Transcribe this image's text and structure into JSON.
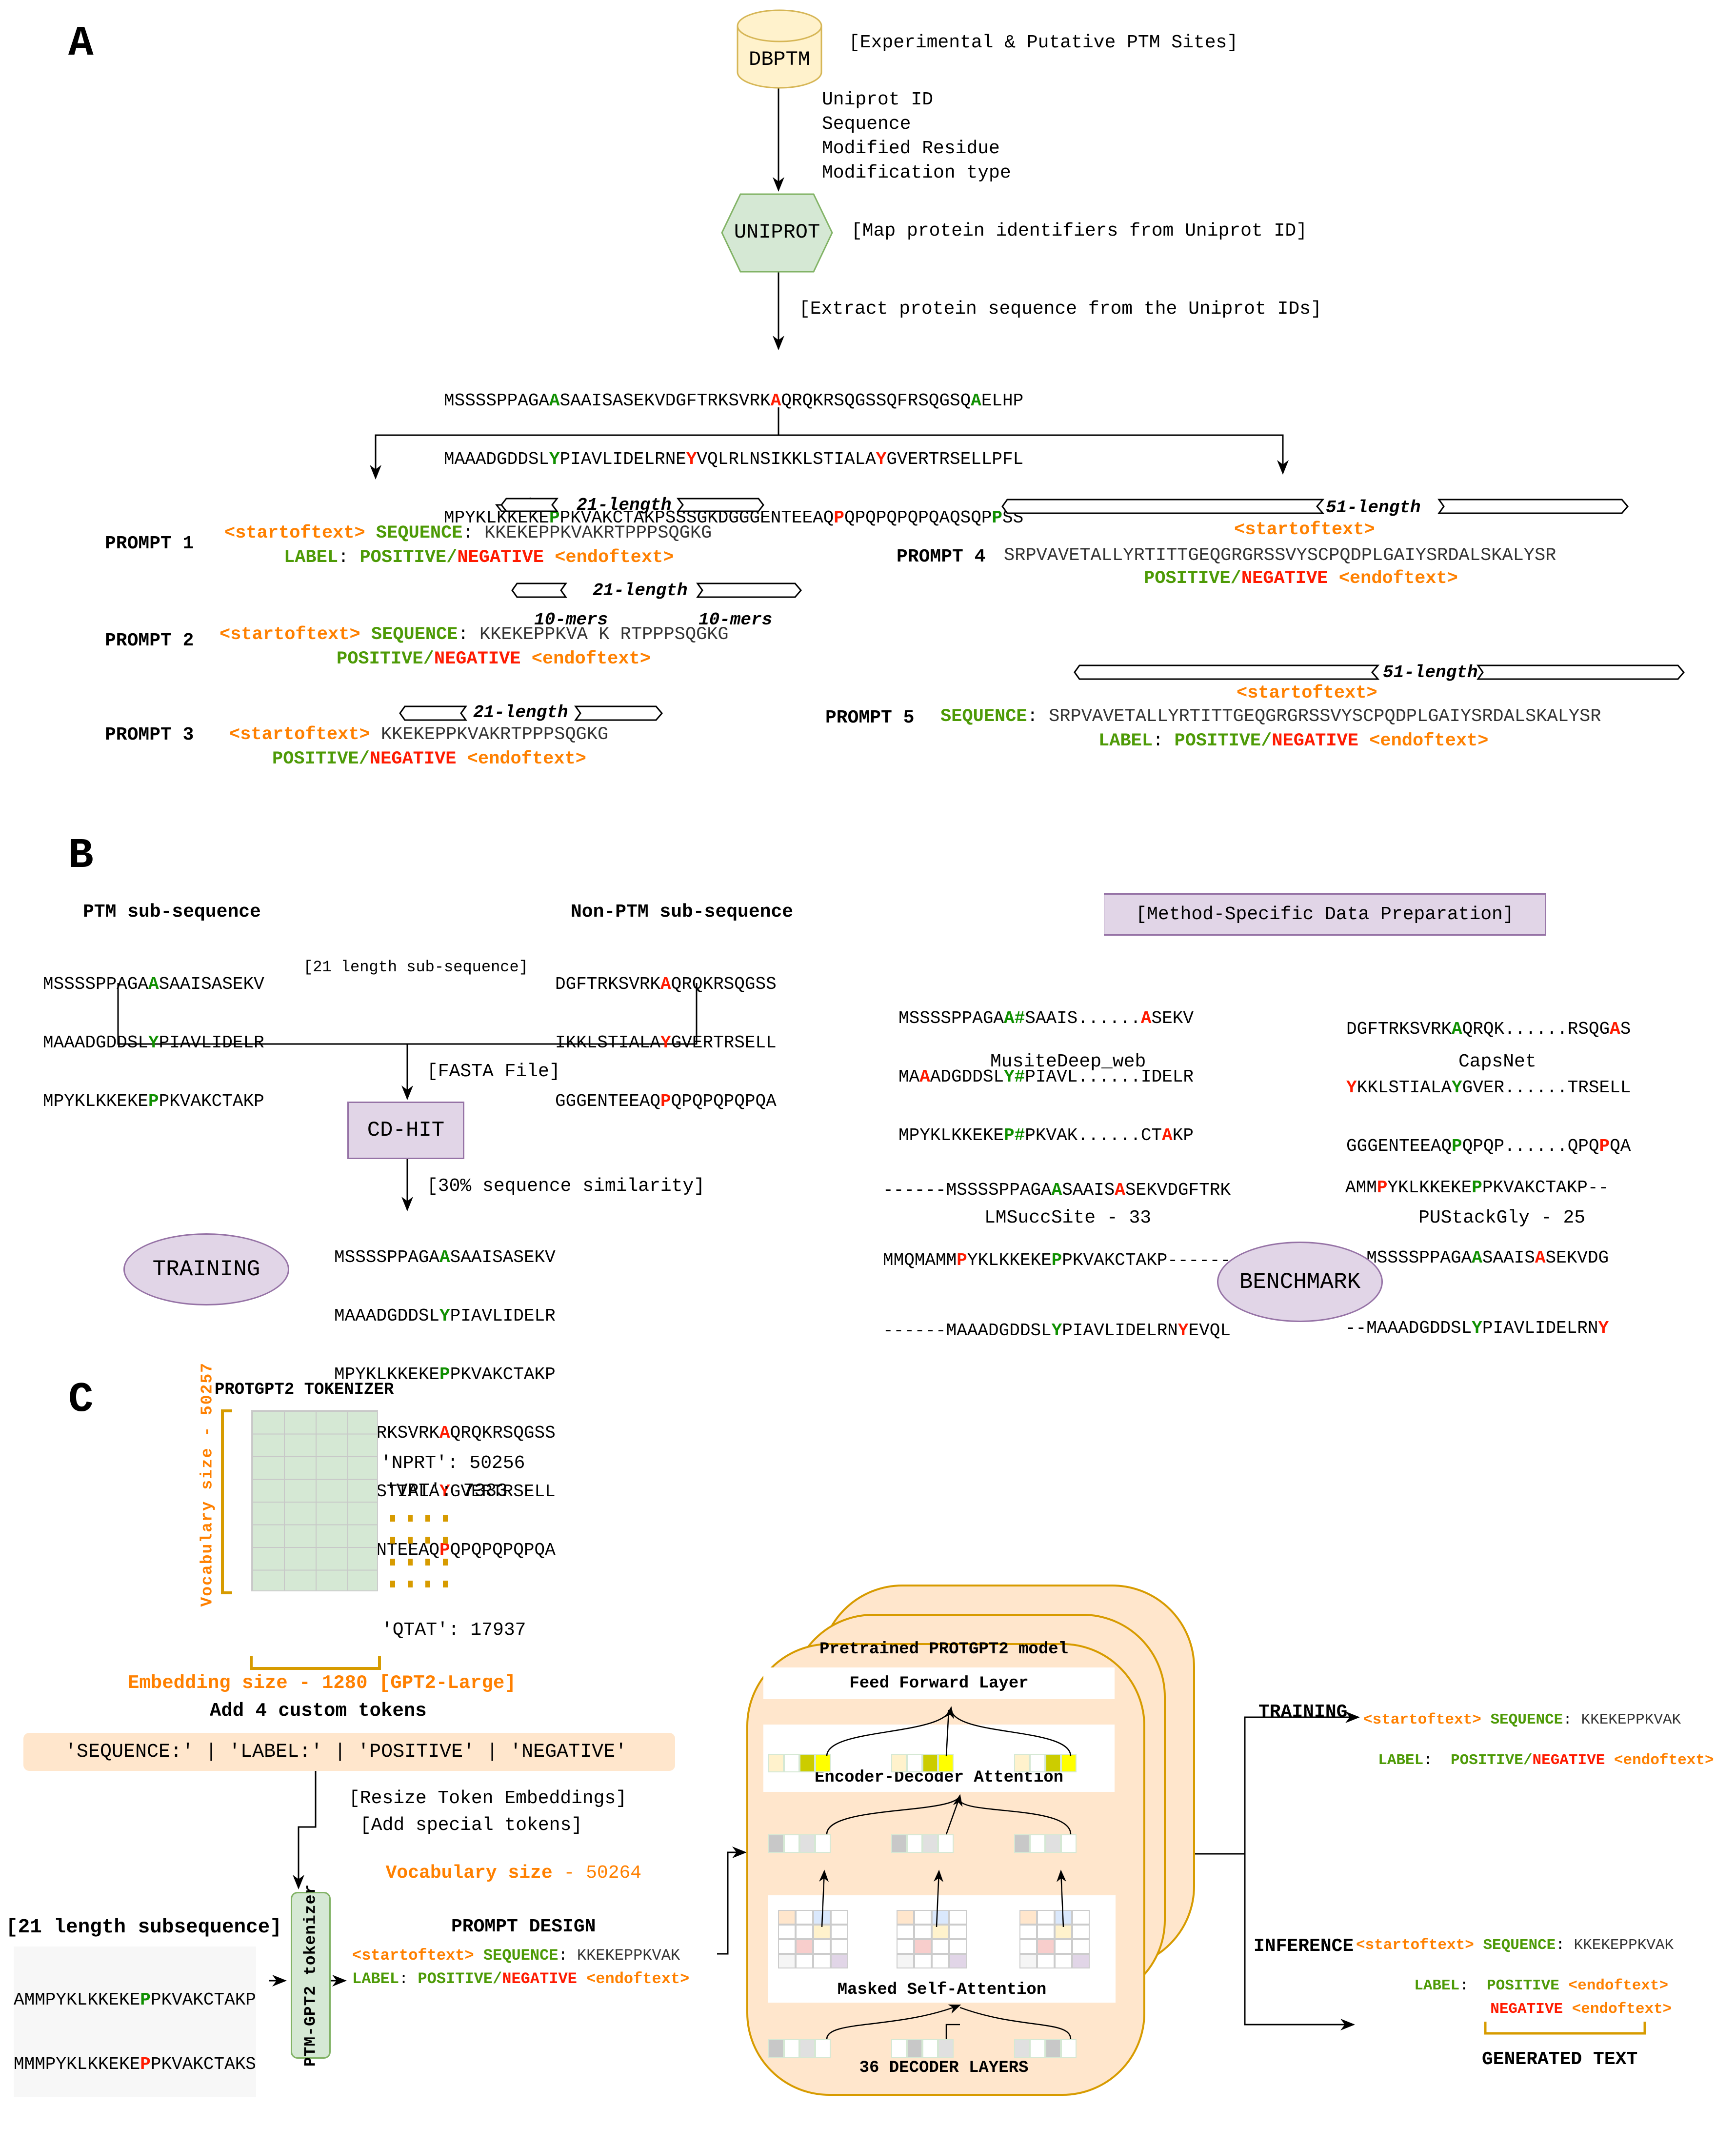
{
  "sections": {
    "a": "A",
    "b": "B",
    "c": "C"
  },
  "colors": {
    "orange": "#ff8000",
    "green": "#4d9a06",
    "ptm_green": "#0f8f00",
    "red": "#ff1a00",
    "db_fill": "#fff2cc",
    "db_stroke": "#d6b656",
    "uniprot_fill": "#d5e8d4",
    "uniprot_stroke": "#82b366",
    "purple_fill": "#e1d5e7",
    "purple_stroke": "#9673a6",
    "model_fill": "#ffe6cc",
    "model_stroke": "#d79b00"
  },
  "section_a": {
    "dbptm": {
      "label": "DBPTM",
      "note": "[Experimental & Putative PTM Sites]"
    },
    "fields": [
      "Uniprot ID",
      "Sequence",
      "Modified Residue",
      "Modification type"
    ],
    "uniprot": {
      "label": "UNIPROT",
      "note": "[Map protein identifiers from Uniprot ID]"
    },
    "extract_note": "[Extract protein sequence from the Uniprot IDs]",
    "sequences": [
      [
        {
          "t": "MSSSSPPAGA"
        },
        {
          "t": "A",
          "c": "g"
        },
        {
          "t": "SAAISASEKVDGFTRKSVRK"
        },
        {
          "t": "A",
          "c": "r"
        },
        {
          "t": "QRQKRSQGSSQFRSQGSQ"
        },
        {
          "t": "A",
          "c": "g"
        },
        {
          "t": "ELHP"
        }
      ],
      [
        {
          "t": "MAAADGDDSL"
        },
        {
          "t": "Y",
          "c": "g"
        },
        {
          "t": "PIAVLIDELRNE"
        },
        {
          "t": "Y",
          "c": "r"
        },
        {
          "t": "VQLRLNSIKKLSTIALA"
        },
        {
          "t": "Y",
          "c": "r"
        },
        {
          "t": "GVERTRSELLPFL"
        }
      ],
      [
        {
          "t": "MPYKLKKEKE"
        },
        {
          "t": "P",
          "c": "g"
        },
        {
          "t": "PKVAKCTAKPSSSGKDGGGENTEEAQ"
        },
        {
          "t": "P",
          "c": "r"
        },
        {
          "t": "QPQPQPQPQAQSQP"
        },
        {
          "t": "P",
          "c": "g"
        },
        {
          "t": "SS"
        }
      ]
    ],
    "prompts": [
      {
        "title": "PROMPT 1",
        "length": "21-length",
        "start": "<startoftext>",
        "seq_key": "SEQUENCE",
        "sequence": "KKEKEPPKVAKRTPPPSQGKG",
        "label_key": "LABEL",
        "positive": "POSITIVE",
        "slash": "/",
        "negative": "NEGATIVE",
        "end": "<endoftext>"
      },
      {
        "title": "PROMPT 2",
        "length": "21-length",
        "mers_left": "10-mers",
        "mers_right": "10-mers",
        "start": "<startoftext>",
        "seq_key": "SEQUENCE",
        "sequence": "KKEKEPPKVA K RTPPPSQGKG",
        "positive": "POSITIVE",
        "slash": "/",
        "negative": "NEGATIVE",
        "end": "<endoftext>"
      },
      {
        "title": "PROMPT 3",
        "length": "21-length",
        "start": "<startoftext>",
        "sequence": "KKEKEPPKVAKRTPPPSQGKG",
        "positive": "POSITIVE",
        "slash": "/",
        "negative": "NEGATIVE",
        "end": "<endoftext>"
      },
      {
        "title": "PROMPT 4",
        "length": "51-length",
        "start": "<startoftext>",
        "sequence": "SRPVAVETALLYRTITTGEQGRGRSSVYSCPQDPLGAIYSRDALSKALYSR",
        "positive": "POSITIVE",
        "slash": "/",
        "negative": "NEGATIVE",
        "end": "<endoftext>"
      },
      {
        "title": "PROMPT 5",
        "length": "51-length",
        "start": "<startoftext>",
        "seq_key": "SEQUENCE",
        "sequence": "SRPVAVETALLYRTITTGEQGRGRSSVYSCPQDPLGAIYSRDALSKALYSR",
        "label_key": "LABEL",
        "positive": "POSITIVE",
        "slash": "/",
        "negative": "NEGATIVE",
        "end": "<endoftext>"
      }
    ]
  },
  "section_b": {
    "ptm_title": "PTM sub-sequence",
    "nonptm_title": "Non-PTM sub-sequence",
    "middle_note": "[21 length sub-sequence]",
    "ptm_seqs": [
      [
        {
          "t": "MSSSSPPAGA"
        },
        {
          "t": "A",
          "c": "g"
        },
        {
          "t": "SAAISASEKV"
        }
      ],
      [
        {
          "t": "MAAADGDDSL"
        },
        {
          "t": "Y",
          "c": "g"
        },
        {
          "t": "PIAVLIDELR"
        }
      ],
      [
        {
          "t": "MPYKLKKEKE"
        },
        {
          "t": "P",
          "c": "g"
        },
        {
          "t": "PKVAKCTAKP"
        }
      ]
    ],
    "nonptm_seqs": [
      [
        {
          "t": "DGFTRKSVRK"
        },
        {
          "t": "A",
          "c": "r"
        },
        {
          "t": "QRQKRSQGSS"
        }
      ],
      [
        {
          "t": "IKKLSTIALA"
        },
        {
          "t": "Y",
          "c": "r"
        },
        {
          "t": "GVERTRSELL"
        }
      ],
      [
        {
          "t": "GGGENTEEAQ"
        },
        {
          "t": "P",
          "c": "r"
        },
        {
          "t": "QPQPQPQPQA"
        }
      ]
    ],
    "fasta_note": "[FASTA File]",
    "cdhit": "CD-HIT",
    "similarity_note": "[30% sequence similarity]",
    "training": "TRAINING",
    "training_seqs": [
      [
        {
          "t": "MSSSSPPAGA"
        },
        {
          "t": "A",
          "c": "g"
        },
        {
          "t": "SAAISASEKV"
        }
      ],
      [
        {
          "t": "MAAADGDDSL"
        },
        {
          "t": "Y",
          "c": "g"
        },
        {
          "t": "PIAVLIDELR"
        }
      ],
      [
        {
          "t": "MPYKLKKEKE"
        },
        {
          "t": "P",
          "c": "g"
        },
        {
          "t": "PKVAKCTAKP"
        }
      ],
      [
        {
          "t": "DGFTRKSVRK"
        },
        {
          "t": "A",
          "c": "r"
        },
        {
          "t": "QRQKRSQGSS"
        }
      ],
      [
        {
          "t": "IKKLSTIALA"
        },
        {
          "t": "Y",
          "c": "r"
        },
        {
          "t": "GVERTRSELL"
        }
      ],
      [
        {
          "t": "GGGENTEEAQ"
        },
        {
          "t": "P",
          "c": "r"
        },
        {
          "t": "QPQPQPQPQA"
        }
      ]
    ],
    "method_box": "[Method-Specific Data Preparation]",
    "methods": [
      {
        "name": "MusiteDeep_web",
        "seqs": [
          [
            {
              "t": "MSSSSPPAGA"
            },
            {
              "t": "A#",
              "c": "g"
            },
            {
              "t": "SAAIS......"
            },
            {
              "t": "A",
              "c": "r"
            },
            {
              "t": "SEKV"
            }
          ],
          [
            {
              "t": "MA"
            },
            {
              "t": "A",
              "c": "r"
            },
            {
              "t": "ADGDDSL"
            },
            {
              "t": "Y#",
              "c": "g"
            },
            {
              "t": "PIAVL......IDELR"
            }
          ],
          [
            {
              "t": "MPYKLKKEKE"
            },
            {
              "t": "P#",
              "c": "g"
            },
            {
              "t": "PKVAK......CT"
            },
            {
              "t": "A",
              "c": "r"
            },
            {
              "t": "KP"
            }
          ]
        ]
      },
      {
        "name": "CapsNet",
        "seqs": [
          [
            {
              "t": "DGFTRKSVRK"
            },
            {
              "t": "A",
              "c": "g"
            },
            {
              "t": "QRQK......RSQG"
            },
            {
              "t": "A",
              "c": "r"
            },
            {
              "t": "S"
            }
          ],
          [
            {
              "t": "Y",
              "c": "r"
            },
            {
              "t": "KKLSTIALA"
            },
            {
              "t": "Y",
              "c": "g"
            },
            {
              "t": "GVER......TRSELL"
            }
          ],
          [
            {
              "t": "GGGENTEEAQ"
            },
            {
              "t": "P",
              "c": "g"
            },
            {
              "t": "QPQP......QPQ"
            },
            {
              "t": "P",
              "c": "r"
            },
            {
              "t": "QA"
            }
          ]
        ]
      },
      {
        "name": "LMSuccSite - 33",
        "seqs": [
          [
            {
              "t": "------MSSSSPPAGA"
            },
            {
              "t": "A",
              "c": "g"
            },
            {
              "t": "SAAIS"
            },
            {
              "t": "A",
              "c": "r"
            },
            {
              "t": "SEKVDGFTRK"
            }
          ],
          [
            {
              "t": "MMQMAMM"
            },
            {
              "t": "P",
              "c": "r"
            },
            {
              "t": "YKLKKEKE"
            },
            {
              "t": "P",
              "c": "g"
            },
            {
              "t": "PKVAKCTAKP------"
            }
          ],
          [
            {
              "t": "------MAAADGDDSL"
            },
            {
              "t": "Y",
              "c": "g"
            },
            {
              "t": "PIAVLIDELRN"
            },
            {
              "t": "Y",
              "c": "r"
            },
            {
              "t": "EVQL"
            }
          ]
        ]
      },
      {
        "name": "PUStackGly - 25",
        "seqs": [
          [
            {
              "t": "AMM"
            },
            {
              "t": "P",
              "c": "r"
            },
            {
              "t": "YKLKKEKE"
            },
            {
              "t": "P",
              "c": "g"
            },
            {
              "t": "PKVAKCTAKP--"
            }
          ],
          [
            {
              "t": "--MSSSSPPAGA"
            },
            {
              "t": "A",
              "c": "g"
            },
            {
              "t": "SAAIS"
            },
            {
              "t": "A",
              "c": "r"
            },
            {
              "t": "SEKVDG"
            }
          ],
          [
            {
              "t": "--MAAADGDDSL"
            },
            {
              "t": "Y",
              "c": "g"
            },
            {
              "t": "PIAVLIDELRN"
            },
            {
              "t": "Y",
              "c": "r"
            }
          ]
        ]
      }
    ],
    "benchmark": "BENCHMARK"
  },
  "section_c": {
    "tokenizer_title": "PROTGPT2 TOKENIZER",
    "vocab_axis": "Vocabulary size - 50257",
    "token_entries": [
      "'NPRT': 50256",
      "'VPT': 7333",
      "'QTAT': 17937"
    ],
    "ellipsis_rows": 4,
    "embedding": "Embedding size - 1280 [GPT2-Large]",
    "add_tokens_title": "Add 4 custom tokens",
    "custom_tokens": "'SEQUENCE:' | 'LABEL:' | 'POSITIVE' | 'NEGATIVE'",
    "resize_note": "[Resize Token Embeddings]",
    "special_note": "[Add special tokens]",
    "new_vocab_key": "Vocabulary size",
    "new_vocab_val": " - 50264",
    "subseq_title": "[21 length subsequence]",
    "subseqs": [
      [
        {
          "t": "AMMPYKLKKEKE"
        },
        {
          "t": "P",
          "c": "g"
        },
        {
          "t": "PKVAKCTAKP"
        }
      ],
      [
        {
          "t": "MMMPYKLKKEKE"
        },
        {
          "t": "P",
          "c": "r"
        },
        {
          "t": "PKVAKCTAKS"
        }
      ]
    ],
    "tokenizer_box": "PTM-GPT2 tokenizer",
    "prompt_design": {
      "title": "PROMPT DESIGN",
      "start": "<startoftext>",
      "seq_key": "SEQUENCE",
      "sequence": "KKEKEPPKVAK",
      "label_key": "LABEL",
      "positive": "POSITIVE",
      "slash": "/",
      "negative": "NEGATIVE",
      "end": "<endoftext>"
    },
    "model": {
      "title": "Pretrained PROTGPT2 model",
      "ffn": "Feed Forward Layer",
      "enc_dec": "Encoder-Decoder Attention",
      "masked": "Masked Self-Attention",
      "layers": "36 DECODER LAYERS"
    },
    "training": {
      "title": "TRAINING",
      "start": "<startoftext>",
      "seq_key": "SEQUENCE",
      "sequence": "KKEKEPPKVAK",
      "label_key": "LABEL",
      "positive": "POSITIVE",
      "slash": "/",
      "negative": "NEGATIVE",
      "end": "<endoftext>"
    },
    "inference": {
      "title": "INFERENCE",
      "start": "<startoftext>",
      "seq_key": "SEQUENCE",
      "sequence": "KKEKEPPKVAK",
      "label_key": "LABEL",
      "positive": "POSITIVE",
      "negative": "NEGATIVE",
      "end": "<endoftext>"
    },
    "generated": "GENERATED TEXT"
  }
}
